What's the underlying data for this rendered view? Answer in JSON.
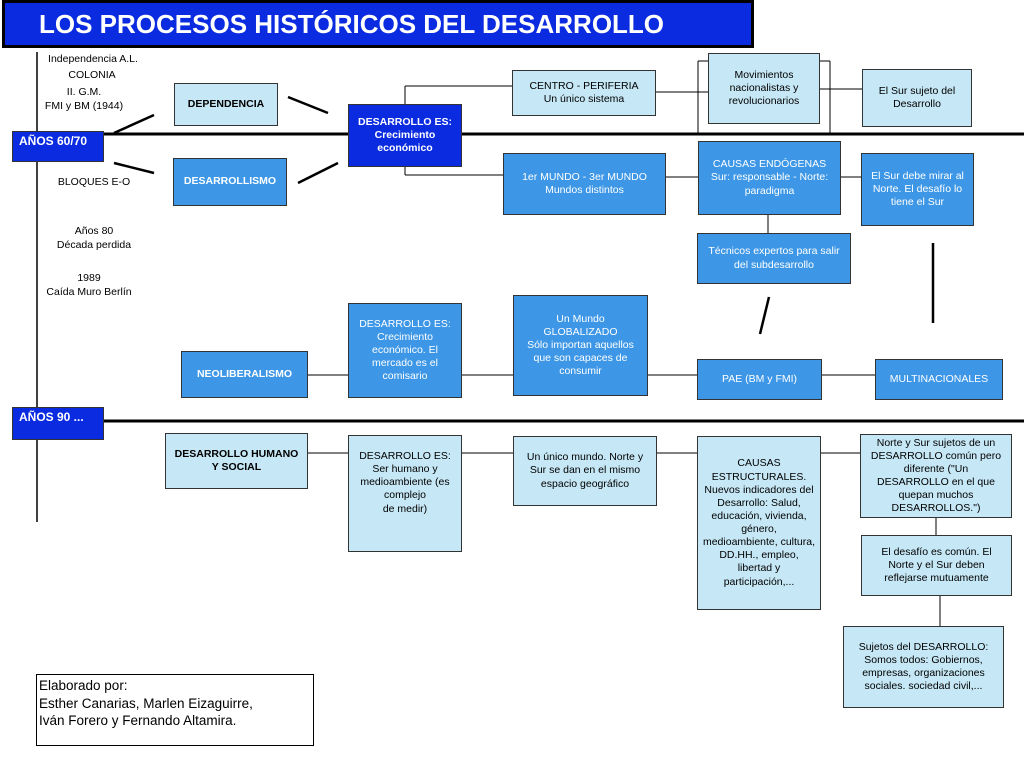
{
  "title": "LOS PROCESOS HISTÓRICOS DEL DESARROLLO",
  "timeline": {
    "independencia": "Independencia A.L.",
    "colonia": "COLONIA",
    "iigm": "II. G.M.\nFMI y BM (1944)",
    "bloques": "BLOQUES E-O",
    "anos80": "Años 80\nDécada perdida",
    "ano1989": "1989\nCaída Muro Berlín",
    "anos6070": "AÑOS 60/70",
    "anos90": "AÑOS 90 ..."
  },
  "boxes": {
    "dependencia": "DEPENDENCIA",
    "desarrollismo": "DESARROLLISMO",
    "desarrollo_crecimiento": "DESARROLLO ES:\nCrecimiento\neconómico",
    "centro_periferia": "CENTRO - PERIFERIA\nUn único sistema",
    "mundos": "1er MUNDO - 3er MUNDO\nMundos distintos",
    "movimientos": "Movimientos\nnacionalistas y\nrevolucionarios",
    "causas_endogenas": "CAUSAS ENDÓGENAS\nSur: responsable - Norte:\nparadigma",
    "sur_sujeto": "El Sur sujeto del\nDesarrollo",
    "sur_mirar": "El Sur debe mirar al\nNorte. El desafío lo\ntiene el Sur",
    "tecnicos": "Técnicos expertos para salir\ndel subdesarrollo",
    "neoliberalismo": "NEOLIBERALISMO",
    "desarrollo_mercado": "DESARROLLO ES:\nCrecimiento\neconómico. El\nmercado es el\ncomisario",
    "mundo_globalizado": "Un Mundo\nGLOBALIZADO\nSólo importan aquellos\nque son capaces de\nconsumir",
    "pae": "PAE (BM y FMI)",
    "multinacionales": "MULTINACIONALES",
    "desarrollo_humano": "DESARROLLO HUMANO\nY SOCIAL",
    "desarrollo_ser": "DESARROLLO ES:\nSer humano y\nmedioambiente (es\ncomplejo\nde medir)",
    "unico_mundo": "Un único mundo. Norte y\nSur se dan en el mismo\nespacio geográfico",
    "causas_estructurales": "CAUSAS\nESTRUCTURALES.\nNuevos indicadores del\nDesarrollo: Salud,\neducación, vivienda,\ngénero,\nmedioambiente, cultura,\nDD.HH., empleo,\nlibertad y\nparticipación,...",
    "norte_sur_sujetos": "Norte y Sur sujetos de un\nDESARROLLO común pero\ndiferente (\"Un\nDESARROLLO en el que\nquepan muchos\nDESARROLLOS.\")",
    "desafio_comun": "El desafío es común. El\nNorte y el Sur deben\nreflejarse mutuamente",
    "sujetos": "Sujetos del DESARROLLO:\nSomos todos: Gobiernos,\nempresas, organizaciones\nsociales. sociedad civil,..."
  },
  "credits": "Elaborado por:\nEsther Canarias, Marlen Eizaguirre,\nIván Forero y Fernando Altamira.",
  "colors": {
    "dark": "#0a2bdf",
    "mid": "#3d97e6",
    "light": "#c6e7f5"
  }
}
